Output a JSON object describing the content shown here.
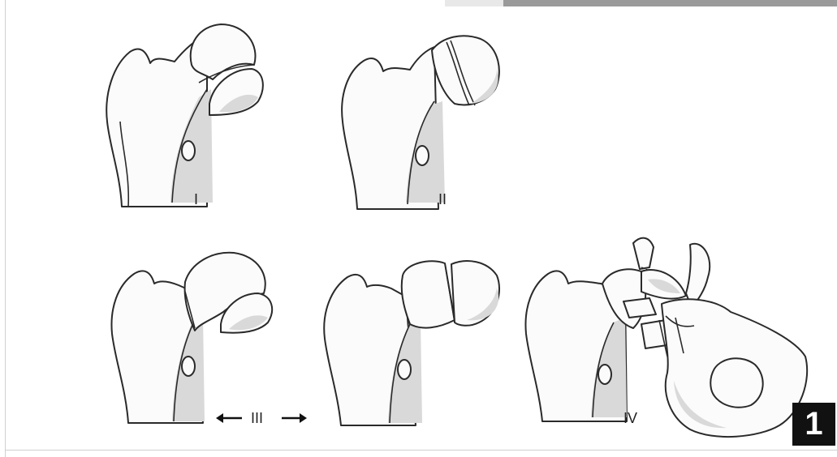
{
  "figure": {
    "panels": [
      {
        "id": "I",
        "label": "I"
      },
      {
        "id": "II",
        "label": "II"
      },
      {
        "id": "III",
        "label": "III"
      },
      {
        "id": "IV",
        "label": "IV"
      }
    ],
    "arrow_left_glyph": "←",
    "arrow_right_glyph": "→",
    "figure_number": "1"
  }
}
